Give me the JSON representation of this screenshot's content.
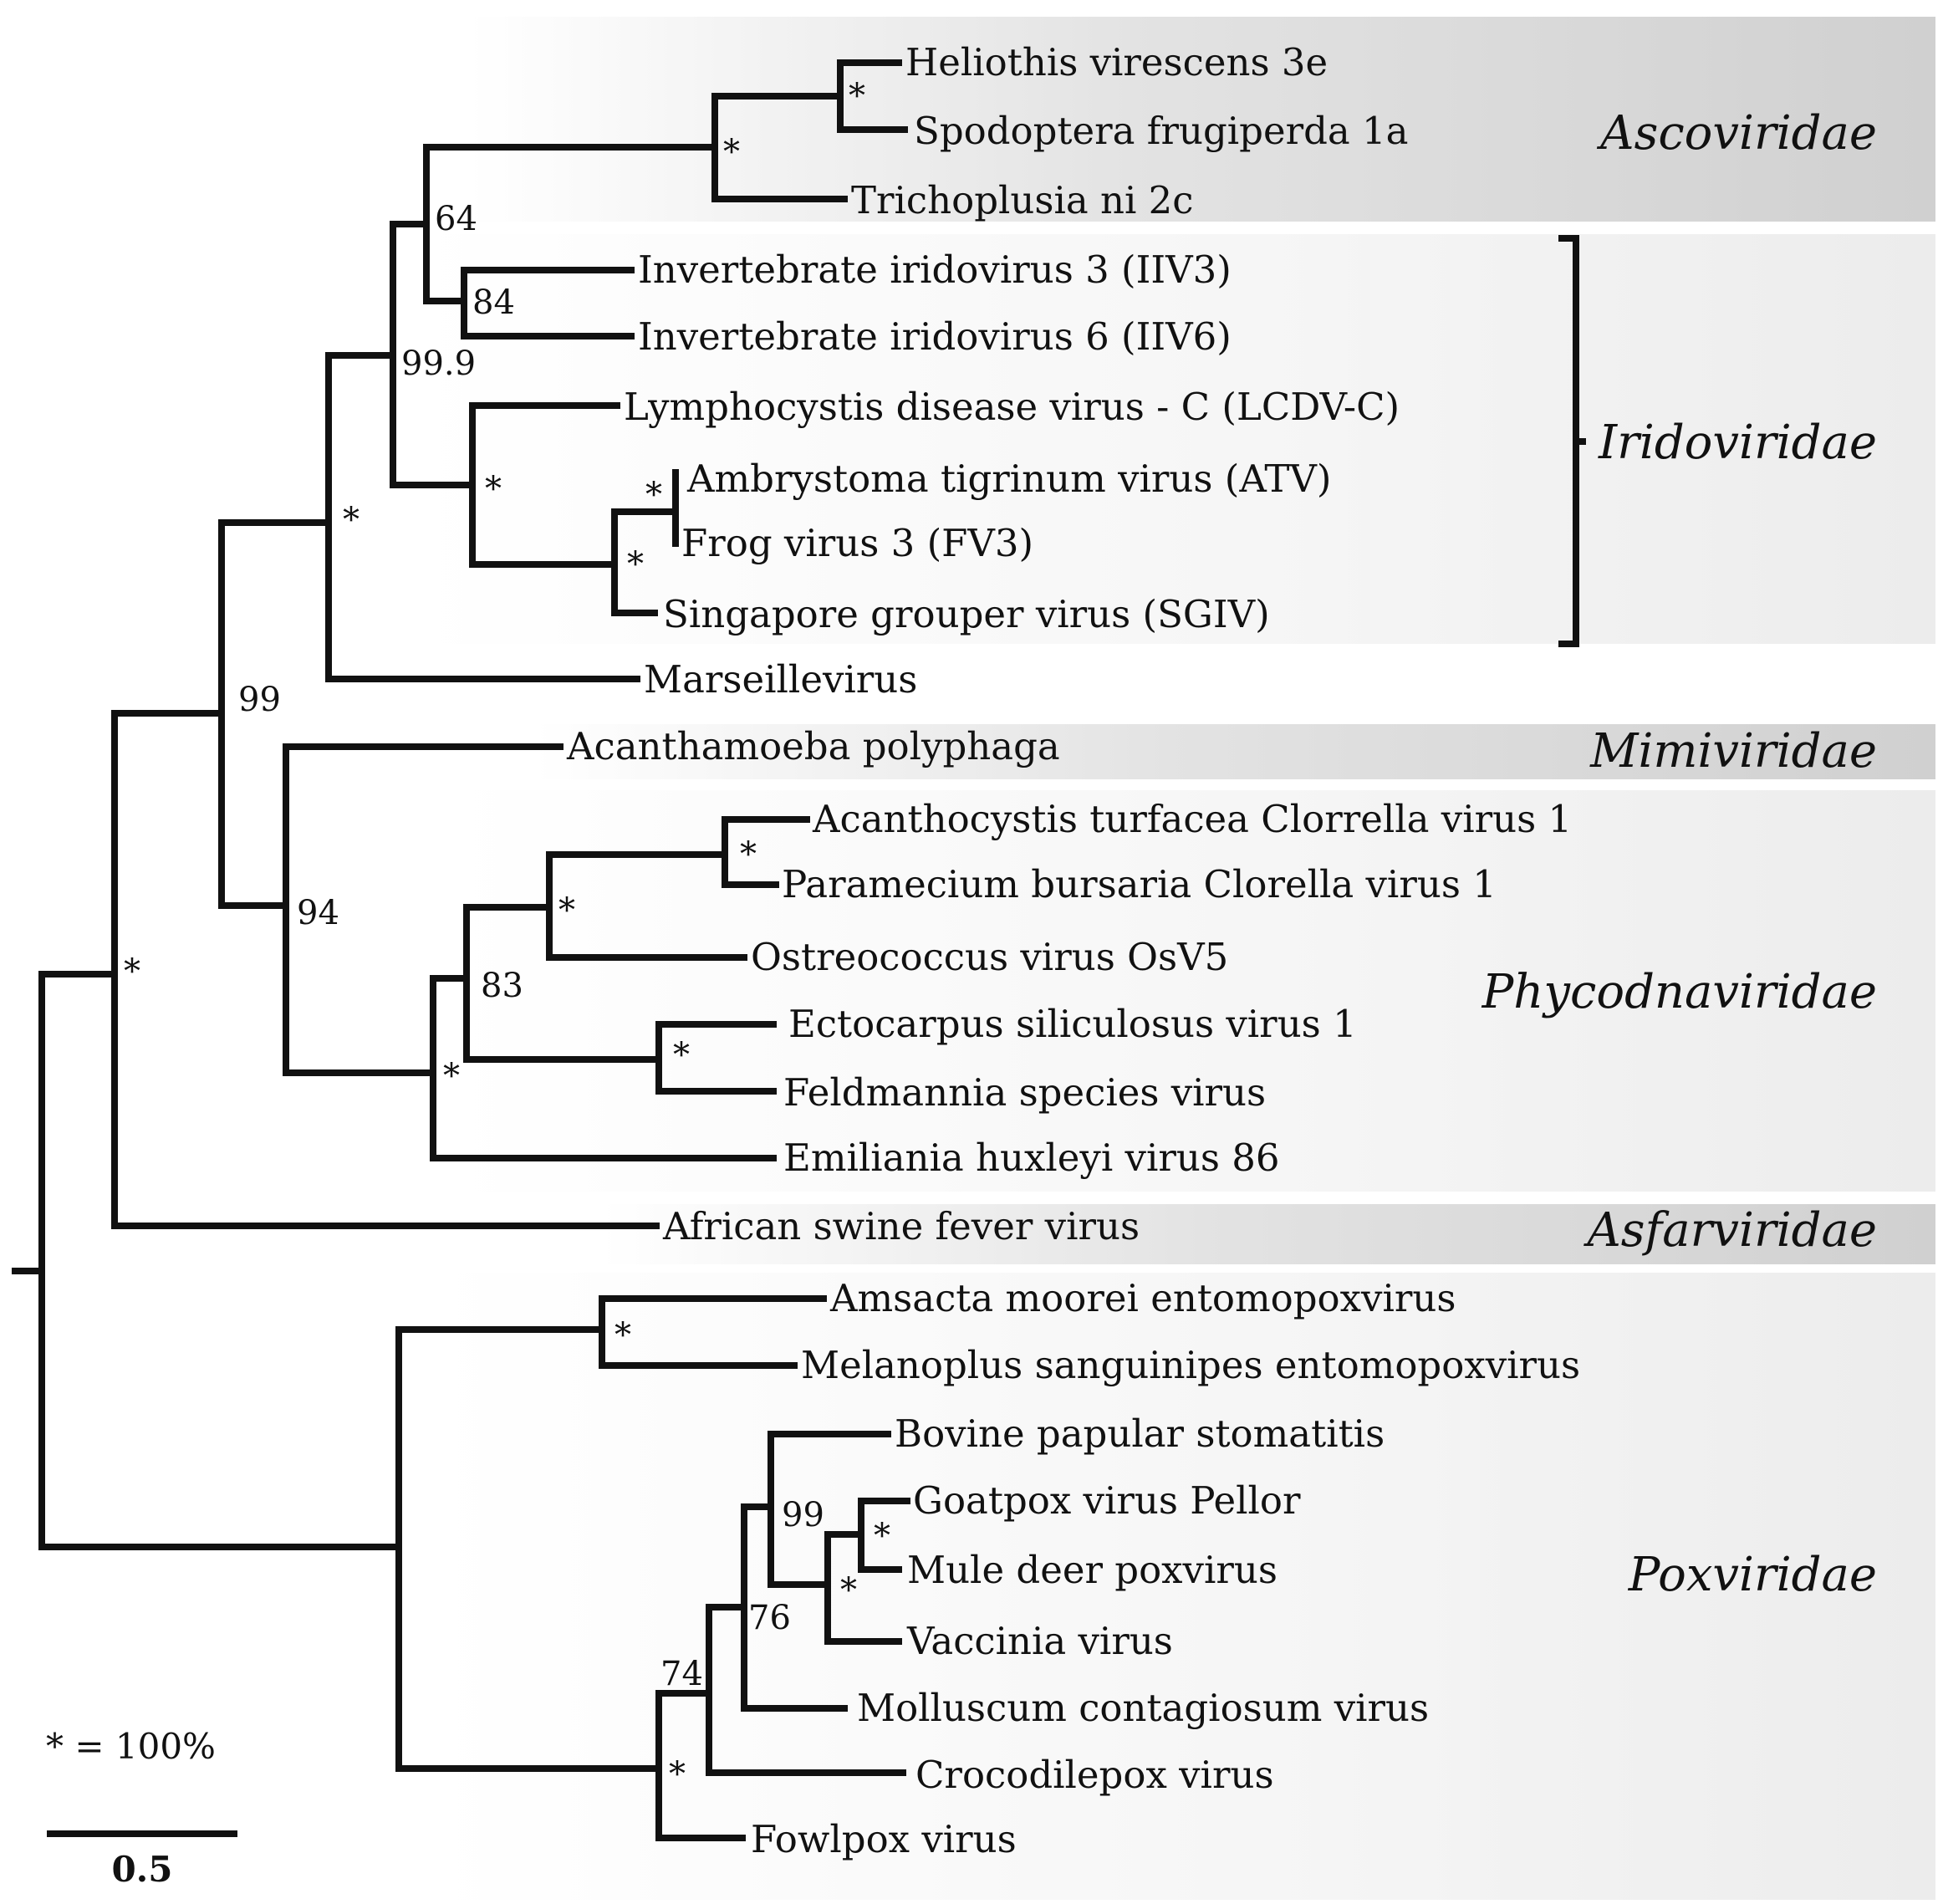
{
  "colors": {
    "band_dark": "#d2d2d2",
    "band_light": "#f2f2f2",
    "line": "#111111"
  },
  "families": [
    {
      "id": "ascoviridae",
      "label": "Ascoviridae"
    },
    {
      "id": "iridoviridae",
      "label": "Iridoviridae"
    },
    {
      "id": "mimiviridae",
      "label": "Mimiviridae"
    },
    {
      "id": "phycodnaviridae",
      "label": "Phycodnaviridae"
    },
    {
      "id": "asfarviridae",
      "label": "Asfarviridae"
    },
    {
      "id": "poxviridae",
      "label": "Poxviridae"
    }
  ],
  "taxa": [
    {
      "id": "hv3e",
      "label": "Heliothis virescens 3e"
    },
    {
      "id": "sf1a",
      "label": "Spodoptera frugiperda 1a"
    },
    {
      "id": "tn2c",
      "label": "Trichoplusia ni 2c"
    },
    {
      "id": "iiv3",
      "label": "Invertebrate iridovirus 3 (IIV3)"
    },
    {
      "id": "iiv6",
      "label": "Invertebrate iridovirus 6 (IIV6)"
    },
    {
      "id": "lcdv",
      "label": "Lymphocystis disease virus - C (LCDV-C)"
    },
    {
      "id": "atv",
      "label": "Ambrystoma tigrinum virus (ATV)"
    },
    {
      "id": "fv3",
      "label": "Frog virus 3 (FV3)"
    },
    {
      "id": "sgiv",
      "label": "Singapore grouper virus (SGIV)"
    },
    {
      "id": "marseille",
      "label": "Marseillevirus"
    },
    {
      "id": "apoly",
      "label": "Acanthamoeba polyphaga"
    },
    {
      "id": "atcv",
      "label": "Acanthocystis turfacea Clorrella virus 1"
    },
    {
      "id": "pbcv",
      "label": "Paramecium bursaria Clorella virus 1"
    },
    {
      "id": "osv5",
      "label": "Ostreococcus virus OsV5"
    },
    {
      "id": "esv1",
      "label": "Ectocarpus siliculosus virus 1"
    },
    {
      "id": "fsv",
      "label": "Feldmannia species virus"
    },
    {
      "id": "ehv86",
      "label": "Emiliania huxleyi virus 86"
    },
    {
      "id": "asfv",
      "label": "African swine fever virus"
    },
    {
      "id": "amev",
      "label": "Amsacta moorei entomopoxvirus"
    },
    {
      "id": "msev",
      "label": "Melanoplus sanguinipes entomopoxvirus"
    },
    {
      "id": "bpsv",
      "label": "Bovine papular stomatitis"
    },
    {
      "id": "gtpv",
      "label": "Goatpox virus Pellor"
    },
    {
      "id": "mdpv",
      "label": "Mule deer poxvirus"
    },
    {
      "id": "vacv",
      "label": "Vaccinia virus"
    },
    {
      "id": "mocv",
      "label": "Molluscum contagiosum virus"
    },
    {
      "id": "crv",
      "label": "Crocodilepox virus"
    },
    {
      "id": "fpv",
      "label": "Fowlpox virus"
    }
  ],
  "supports": [
    {
      "id": "hv-sf",
      "label": "*"
    },
    {
      "id": "asco",
      "label": "*"
    },
    {
      "id": "asco-iiv",
      "label": "64"
    },
    {
      "id": "iiv",
      "label": "84"
    },
    {
      "id": "irido",
      "label": "99.9"
    },
    {
      "id": "atv-fv3",
      "label": "*"
    },
    {
      "id": "ranavirus",
      "label": "*"
    },
    {
      "id": "lcdv-rana",
      "label": "*"
    },
    {
      "id": "irido-marseille",
      "label": "*"
    },
    {
      "id": "ncldv-a",
      "label": "99"
    },
    {
      "id": "chlorella",
      "label": "*"
    },
    {
      "id": "chlor-osv",
      "label": "*"
    },
    {
      "id": "phaeo",
      "label": "*"
    },
    {
      "id": "phyco-a",
      "label": "83"
    },
    {
      "id": "phyco",
      "label": "*"
    },
    {
      "id": "mimi-phyco",
      "label": "94"
    },
    {
      "id": "ncldv-b",
      "label": "*"
    },
    {
      "id": "entomopox",
      "label": "*"
    },
    {
      "id": "gtpv-mdpv",
      "label": "*"
    },
    {
      "id": "vac-group",
      "label": "*"
    },
    {
      "id": "bpsv-group",
      "label": "99"
    },
    {
      "id": "mocv-group",
      "label": "76"
    },
    {
      "id": "crv-group",
      "label": "74"
    },
    {
      "id": "chordopox",
      "label": "*"
    }
  ],
  "legend": {
    "support_key": "* = 100%",
    "scale_label": "0.5"
  }
}
